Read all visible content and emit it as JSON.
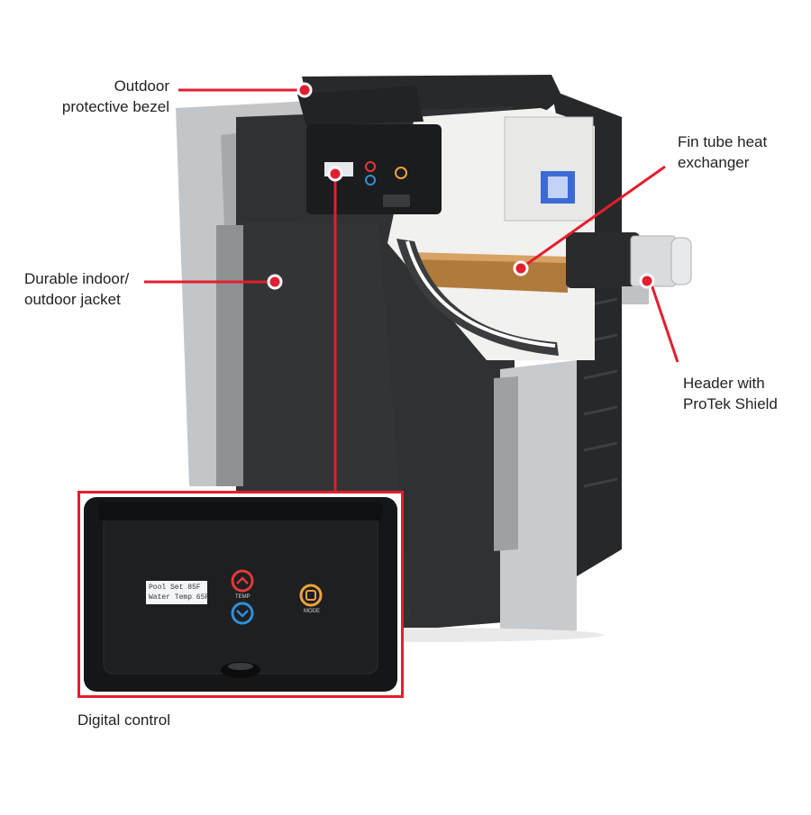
{
  "callouts": {
    "bezel": [
      "Outdoor",
      "protective bezel"
    ],
    "heat_exchanger": [
      "Fin tube heat",
      "exchanger"
    ],
    "jacket": [
      "Durable indoor/",
      "outdoor jacket"
    ],
    "header": [
      "Header with",
      "ProTek Shield"
    ],
    "digital_control": "Digital control"
  },
  "control_panel": {
    "display_line1": "Pool Set  85F",
    "display_line2": "Water Temp 65F",
    "temp_label": "TEMP",
    "mode_label": "MODE"
  },
  "colors": {
    "callout_line": "#e31e2f",
    "jacket_dark": "#2e3032",
    "jacket_silver": "#b9bcbf",
    "copper": "#b07a3c",
    "temp_up_button": "#e03a3a",
    "temp_down_button": "#2f8fd8",
    "mode_button": "#f0a23a"
  },
  "icons": [
    "up-arrow-icon",
    "down-arrow-icon",
    "mode-icon"
  ]
}
